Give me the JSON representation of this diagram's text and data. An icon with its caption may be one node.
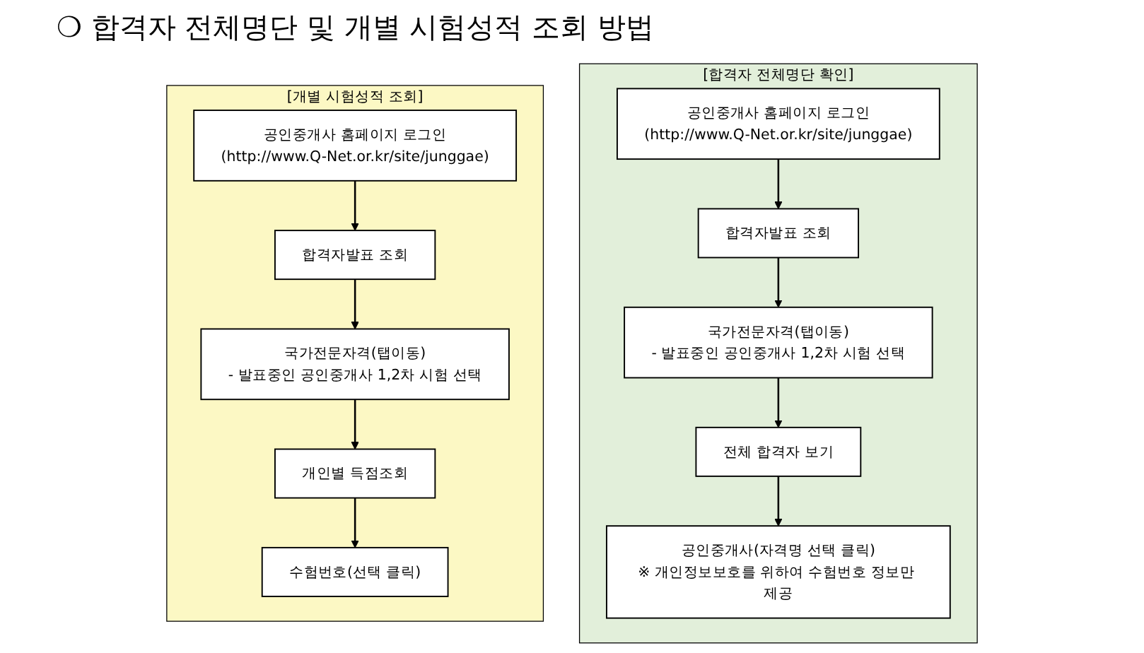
{
  "diagram": {
    "title": "❍ 합격자 전체명단 및 개별 시험성적 조회 방법",
    "nodes": [
      {
        "text": [
          "[합격자 전체명단 확인]"
        ]
      },
      {
        "text": [
          "공인중개사 홈페이지 로그인",
          "(http://www.Q-Net.or.kr/site/junggae)"
        ],
        "in": 0
      },
      {
        "text": [
          "합격자발표 조회"
        ],
        "in": 0
      },
      {
        "text": [
          "국가전문자격(탭이동)",
          "- 발표중인 공인중개사 1,2차 시험 선택"
        ],
        "in": 0
      },
      {
        "text": [
          "전체 합격자 보기"
        ],
        "in": 0
      },
      {
        "text": [
          "공인중개사(자격명 선택 클릭)",
          "※ 개인정보보호를 위하여 수험번호 정보만 제공"
        ],
        "in": 0
      },
      {
        "text": [
          "[개별 시험성적 조회]"
        ]
      },
      {
        "text": [
          "공인중개사 홈페이지 로그인",
          "(http://www.Q-Net.or.kr/site/junggae)"
        ],
        "in": 6
      },
      {
        "text": [
          "합격자발표 조회"
        ],
        "in": 6
      },
      {
        "text": [
          "국가전문자격(탭이동)",
          "- 발표중인 공인중개사 1,2차 시험 선택"
        ],
        "in": 6
      },
      {
        "text": [
          "개인별 득점조회"
        ],
        "in": 6
      },
      {
        "text": [
          "수험번호(선택 클릭)"
        ],
        "in": 6
      }
    ],
    "edges": [
      {
        "from": 1,
        "to": 2,
        "arrow": "to"
      },
      {
        "from": 2,
        "to": 3,
        "arrow": "to"
      },
      {
        "from": 3,
        "to": 4,
        "arrow": "to"
      },
      {
        "from": 4,
        "to": 5,
        "arrow": "to"
      },
      {
        "from": 7,
        "to": 8,
        "arrow": "to"
      },
      {
        "from": 8,
        "to": 9,
        "arrow": "to"
      },
      {
        "from": 9,
        "to": 10,
        "arrow": "to"
      },
      {
        "from": 10,
        "to": 11,
        "arrow": "to"
      }
    ]
  }
}
